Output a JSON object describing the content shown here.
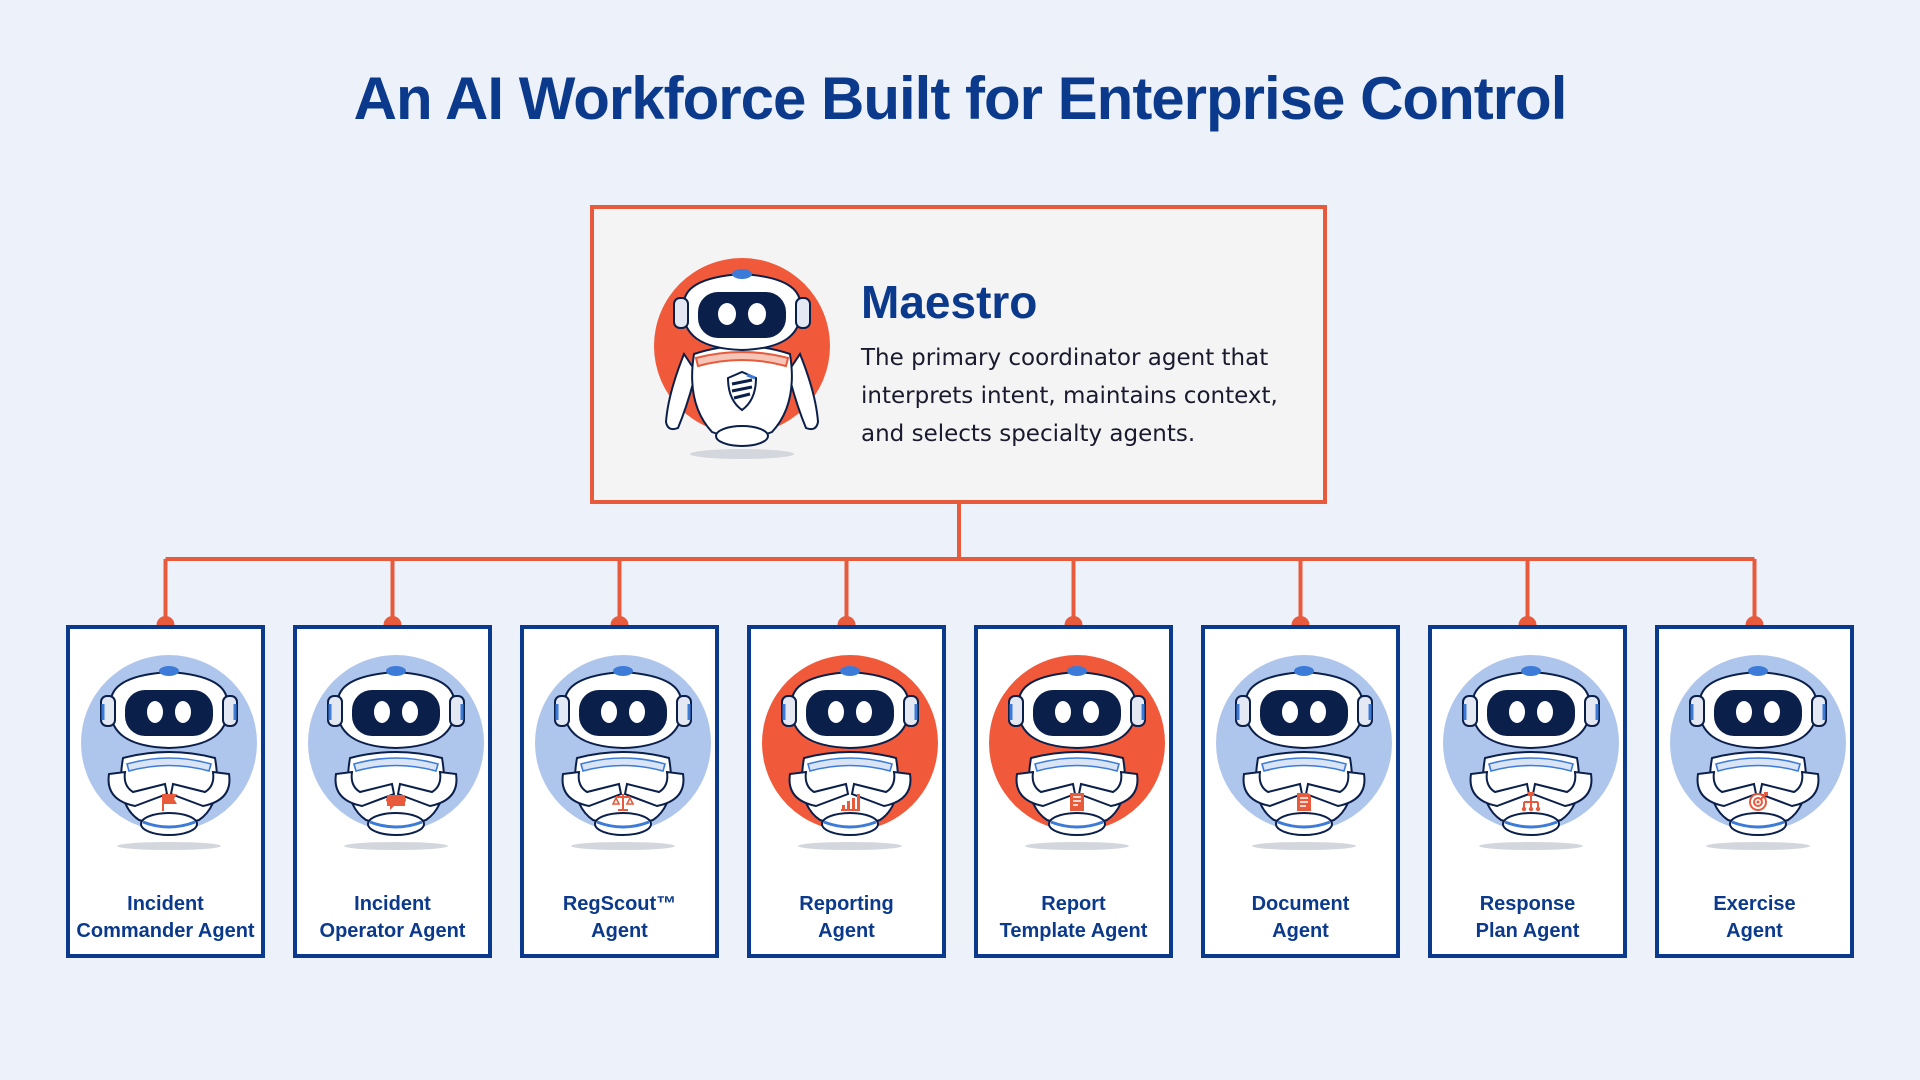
{
  "title": "An AI Workforce Built for Enterprise Control",
  "colors": {
    "accent": "#E85A3C",
    "brand_navy": "#0B3A8C",
    "background": "#EDF2FA",
    "avatar_blue": "#AFC6EC",
    "avatar_orange": "#F0593A"
  },
  "maestro": {
    "name": "Maestro",
    "description": "The primary coordinator agent that interprets intent, maintains context, and selects specialty agents.",
    "icon": "shield-icon"
  },
  "agents": [
    {
      "line1": "Incident",
      "line2": "Commander Agent",
      "accent": "blue",
      "icon": "flag-icon"
    },
    {
      "line1": "Incident",
      "line2": "Operator Agent",
      "accent": "blue",
      "icon": "chat-icon"
    },
    {
      "line1": "RegScout™",
      "line2": "Agent",
      "accent": "blue",
      "icon": "scale-icon"
    },
    {
      "line1": "Reporting",
      "line2": "Agent",
      "accent": "orange",
      "icon": "bar-chart-icon"
    },
    {
      "line1": "Report",
      "line2": "Template Agent",
      "accent": "orange",
      "icon": "template-icon"
    },
    {
      "line1": "Document",
      "line2": "Agent",
      "accent": "blue",
      "icon": "document-icon"
    },
    {
      "line1": "Response",
      "line2": "Plan Agent",
      "accent": "blue",
      "icon": "flow-icon"
    },
    {
      "line1": "Exercise",
      "line2": "Agent",
      "accent": "blue",
      "icon": "target-icon"
    }
  ]
}
